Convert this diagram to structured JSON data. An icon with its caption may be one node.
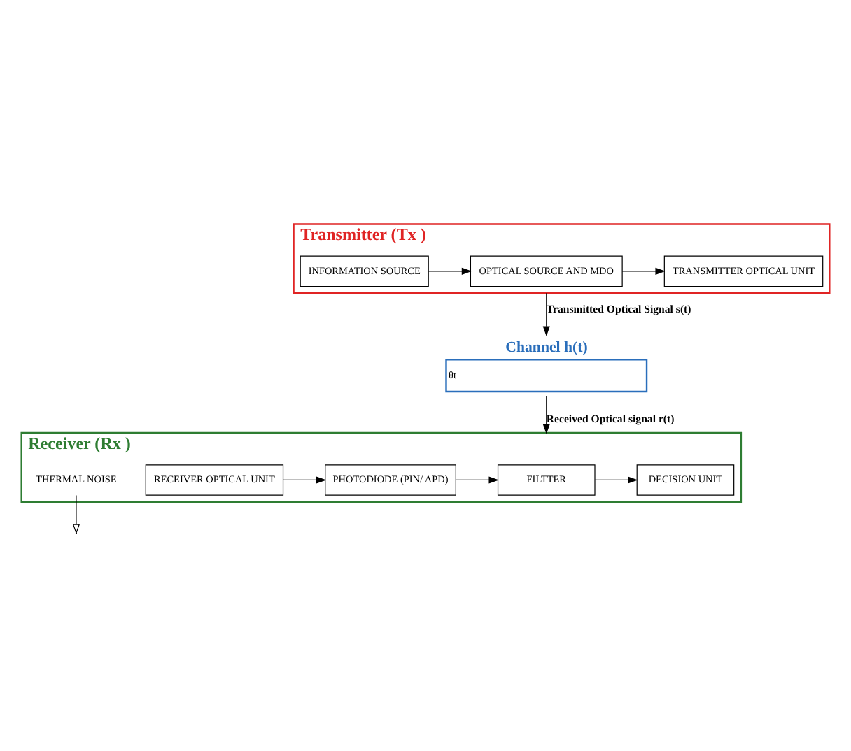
{
  "diagram": {
    "nodes": [
      {
        "text": [
          "Transmitter (Tx )"
        ]
      },
      {
        "text": [
          "INFORMATION SOURCE"
        ],
        "in": 0
      },
      {
        "text": [
          "OPTICAL SOURCE AND MDO"
        ],
        "in": 0
      },
      {
        "text": [
          "TRANSMITTER OPTICAL UNIT"
        ],
        "in": 0
      },
      {
        "text": [
          "Channel h(t)",
          "θt"
        ]
      },
      {
        "text": [
          "Receiver (Rx )"
        ]
      },
      {
        "text": [
          "RECEIVER OPTICAL UNIT"
        ],
        "in": 5
      },
      {
        "text": [
          "PHOTODIODE (PIN/ APD)"
        ],
        "in": 5
      },
      {
        "text": [
          "FILTTER"
        ],
        "in": 5
      },
      {
        "text": [
          "DECISION UNIT"
        ],
        "in": 5
      },
      {
        "text": [
          "THERMAL NOISE"
        ],
        "in": 5
      }
    ],
    "edges": [
      {
        "from": 1,
        "to": 2,
        "arrow": "to"
      },
      {
        "from": 2,
        "to": 3,
        "arrow": "to"
      },
      {
        "from": 0,
        "to": 4,
        "arrow": "to",
        "label": "Transmitted Optical Signal s(t)"
      },
      {
        "from": 4,
        "to": 5,
        "arrow": "to",
        "label": "Received Optical signal r(t)"
      },
      {
        "from": 6,
        "to": 7,
        "arrow": "to"
      },
      {
        "from": 7,
        "to": 8,
        "arrow": "to"
      },
      {
        "from": 8,
        "to": 9,
        "arrow": "to"
      },
      {
        "from": 10,
        "to": null,
        "arrow": "to"
      }
    ]
  }
}
